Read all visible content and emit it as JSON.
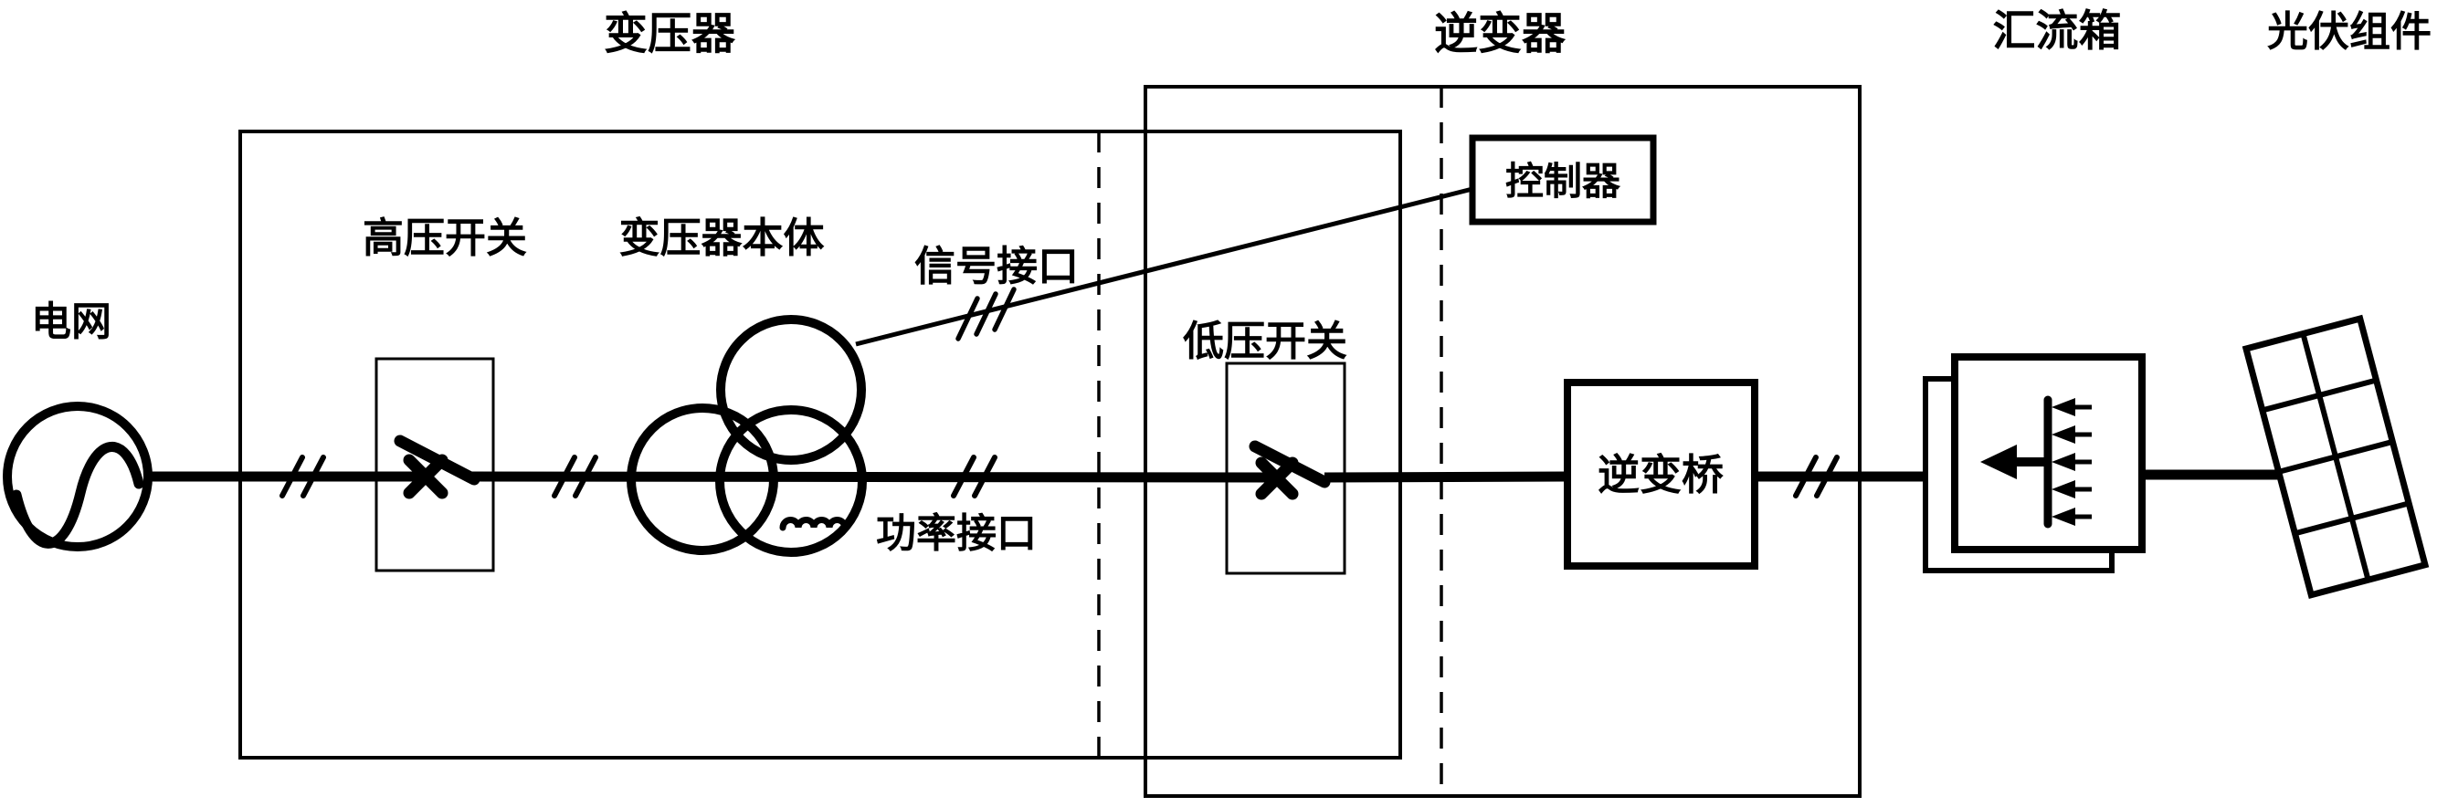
{
  "figure": {
    "background": "#ffffff",
    "ink": "#000000",
    "section_labels": {
      "transformer": "变压器",
      "inverter": "逆变器",
      "combiner_box": "汇流箱",
      "pv_module": "光伏组件"
    },
    "component_labels": {
      "grid": "电网",
      "hv_switch": "高压开关",
      "transformer_body": "变压器本体",
      "signal_interface": "信号接口",
      "controller": "控制器",
      "lv_switch": "低压开关",
      "inverter_bridge": "逆变桥",
      "power_interface": "功率接口"
    }
  }
}
